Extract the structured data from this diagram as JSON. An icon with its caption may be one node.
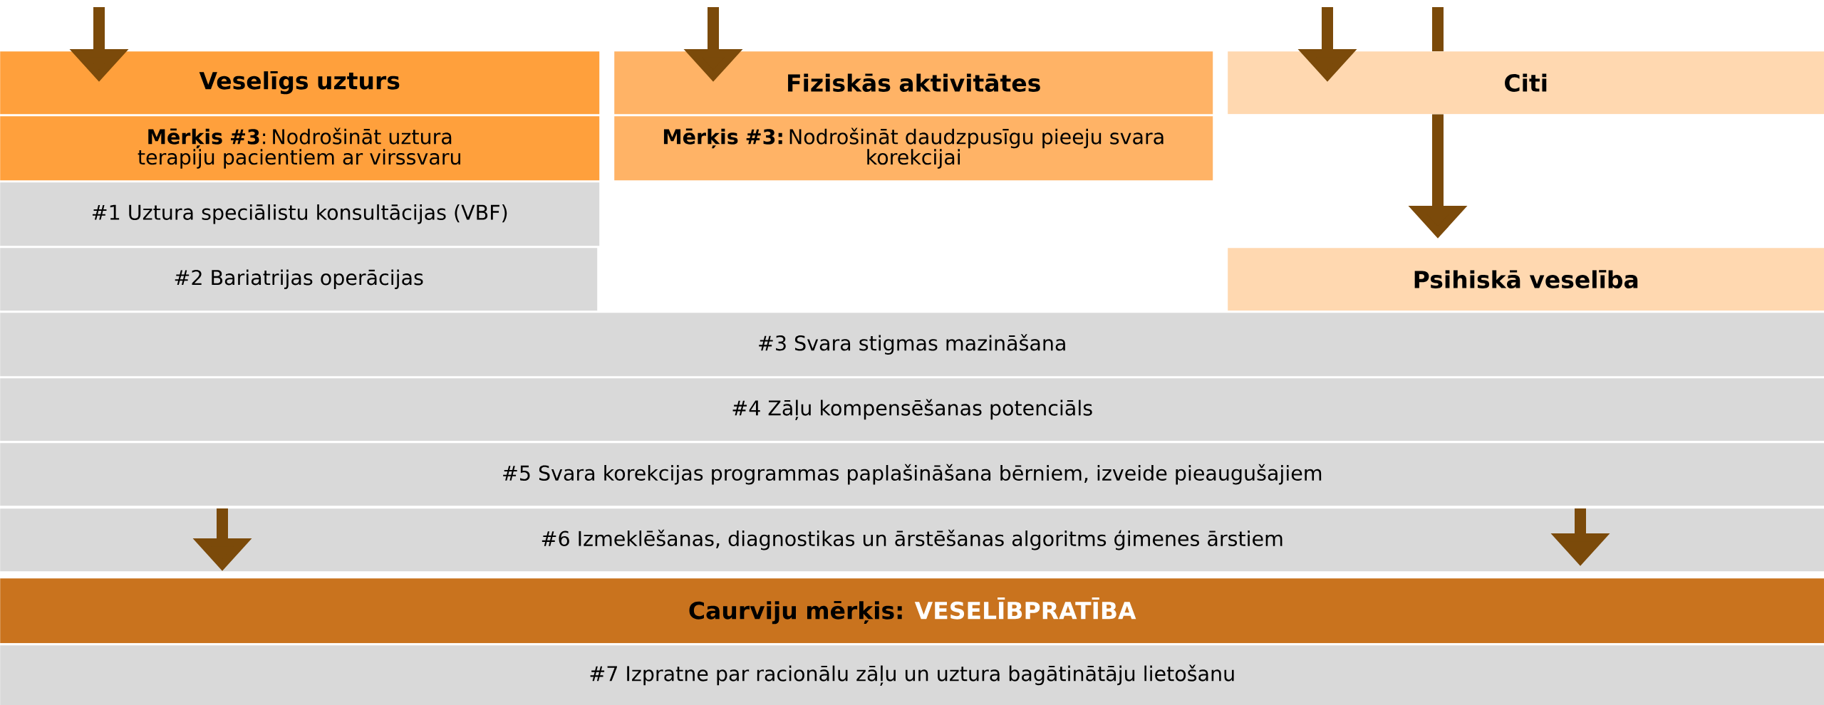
{
  "diagram": {
    "nodes": [
      {
        "text": [
          "Veselīgs uzturs"
        ]
      },
      {
        "text": [
          "**Mērķis #3**: Nodrošināt uztura terapiju pacientiem ar virssvaru"
        ]
      },
      {
        "text": [
          "Fiziskās aktivitātes"
        ]
      },
      {
        "text": [
          "**Mērķis #3:** Nodrošināt daudzpusīgu pieeju svara korekcijai"
        ]
      },
      {
        "text": [
          "Citi"
        ]
      },
      {
        "text": [
          "#1 Uztura speciālistu konsultācijas (VBF)"
        ]
      },
      {
        "text": [
          "#2 Bariatrijas operācijas"
        ]
      },
      {
        "text": [
          "Psihiskā veselība"
        ]
      },
      {
        "text": [
          "#3 Svara stigmas mazināšana"
        ]
      },
      {
        "text": [
          "#4 Zāļu kompensēšanas potenciāls"
        ]
      },
      {
        "text": [
          "#5 Svara korekcijas programmas paplašināšana bērniem, izveide pieaugušajiem"
        ]
      },
      {
        "text": [
          "#6 Izmeklēšanas, diagnostikas un ārstēšanas algoritms ģimenes ārstiem"
        ]
      },
      {
        "text": [
          "Caurviju mērķis:",
          "VESELĪBPRATĪBA"
        ]
      },
      {
        "text": [
          "#7 Izpratne par racionālu zāļu un uztura bagātinātāju lietošanu"
        ]
      }
    ],
    "edges": [
      {
        "from": null,
        "to": 0,
        "arrow": "to"
      },
      {
        "from": null,
        "to": 2,
        "arrow": "to"
      },
      {
        "from": null,
        "to": 4,
        "arrow": "to"
      },
      {
        "from": null,
        "to": 4,
        "arrow": "none"
      },
      {
        "from": 4,
        "to": 7,
        "arrow": "to"
      },
      {
        "from": 11,
        "to": 12,
        "arrow": "to"
      },
      {
        "from": 11,
        "to": 12,
        "arrow": "to"
      }
    ]
  }
}
